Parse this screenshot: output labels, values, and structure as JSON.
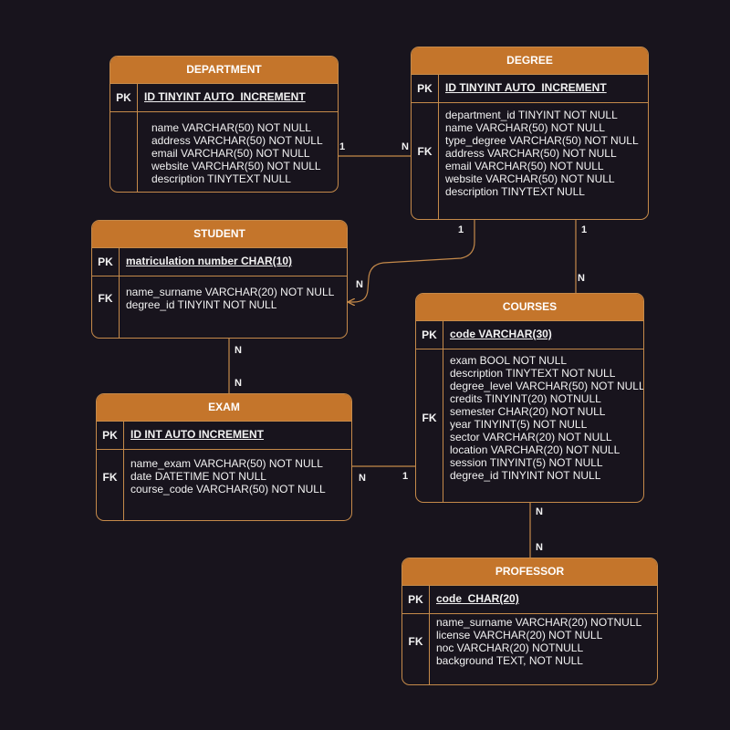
{
  "colors": {
    "background": "#18141d",
    "header": "#c4752b",
    "border": "#c58a4a",
    "text": "#f2f2f2"
  },
  "entities": {
    "department": {
      "title": "DEPARTMENT",
      "pk_label": "PK",
      "pk_field": "ID TINYINT AUTO_INCREMENT",
      "fk_label": "",
      "fields": [
        "name VARCHAR(50) NOT NULL",
        "address VARCHAR(50) NOT NULL",
        "email VARCHAR(50) NOT NULL",
        "website VARCHAR(50) NOT NULL",
        "description TINYTEXT NULL"
      ]
    },
    "degree": {
      "title": "DEGREE",
      "pk_label": "PK",
      "pk_field": "ID TINYINT AUTO_INCREMENT",
      "fk_label": "FK",
      "fields": [
        "department_id TINYINT NOT NULL",
        "name VARCHAR(50) NOT NULL",
        "type_degree VARCHAR(50) NOT NULL",
        "address VARCHAR(50) NOT NULL",
        "email VARCHAR(50) NOT NULL",
        "website VARCHAR(50) NOT NULL",
        "description TINYTEXT NULL"
      ]
    },
    "student": {
      "title": "STUDENT",
      "pk_label": "PK",
      "pk_field": "matriculation number CHAR(10)",
      "fk_label": "FK",
      "fields": [
        "name_surname VARCHAR(20) NOT NULL",
        "degree_id TINYINT NOT NULL"
      ]
    },
    "courses": {
      "title": "COURSES",
      "pk_label": "PK",
      "pk_field": "code VARCHAR(30)",
      "fk_label": "FK",
      "fields": [
        "exam BOOL NOT NULL",
        "description TINYTEXT NOT NULL",
        "degree_level VARCHAR(50) NOT NULL",
        "credits TINYINT(20) NOTNULL",
        "semester CHAR(20) NOT NULL",
        "year TINYINT(5) NOT NULL",
        "sector VARCHAR(20) NOT NULL",
        "location VARCHAR(20) NOT NULL",
        "session TINYINT(5) NOT NULL",
        "degree_id TINYINT NOT NULL"
      ]
    },
    "exam": {
      "title": "EXAM",
      "pk_label": "PK",
      "pk_field": "ID INT AUTO INCREMENT",
      "fk_label": "FK",
      "fields": [
        "name_exam VARCHAR(50) NOT NULL",
        "date DATETIME NOT NULL",
        "course_code VARCHAR(50) NOT NULL"
      ]
    },
    "professor": {
      "title": "PROFESSOR",
      "pk_label": "PK",
      "pk_field": "code_CHAR(20)",
      "fk_label": "FK",
      "fields": [
        "name_surname VARCHAR(20) NOTNULL",
        "license VARCHAR(20) NOT NULL",
        "noc VARCHAR(20) NOTNULL",
        "background TEXT, NOT NULL"
      ]
    }
  },
  "relationships": [
    {
      "id": "department-degree",
      "from": "department",
      "to": "degree",
      "from_card": "1",
      "to_card": "N"
    },
    {
      "id": "degree-student",
      "from": "degree",
      "to": "student",
      "from_card": "1",
      "to_card": "N"
    },
    {
      "id": "degree-courses",
      "from": "degree",
      "to": "courses",
      "from_card": "1",
      "to_card": "N"
    },
    {
      "id": "student-exam",
      "from": "student",
      "to": "exam",
      "from_card": "N",
      "to_card": "N"
    },
    {
      "id": "exam-courses",
      "from": "exam",
      "to": "courses",
      "from_card": "N",
      "to_card": "1"
    },
    {
      "id": "courses-professor",
      "from": "courses",
      "to": "professor",
      "from_card": "N",
      "to_card": "N"
    }
  ]
}
